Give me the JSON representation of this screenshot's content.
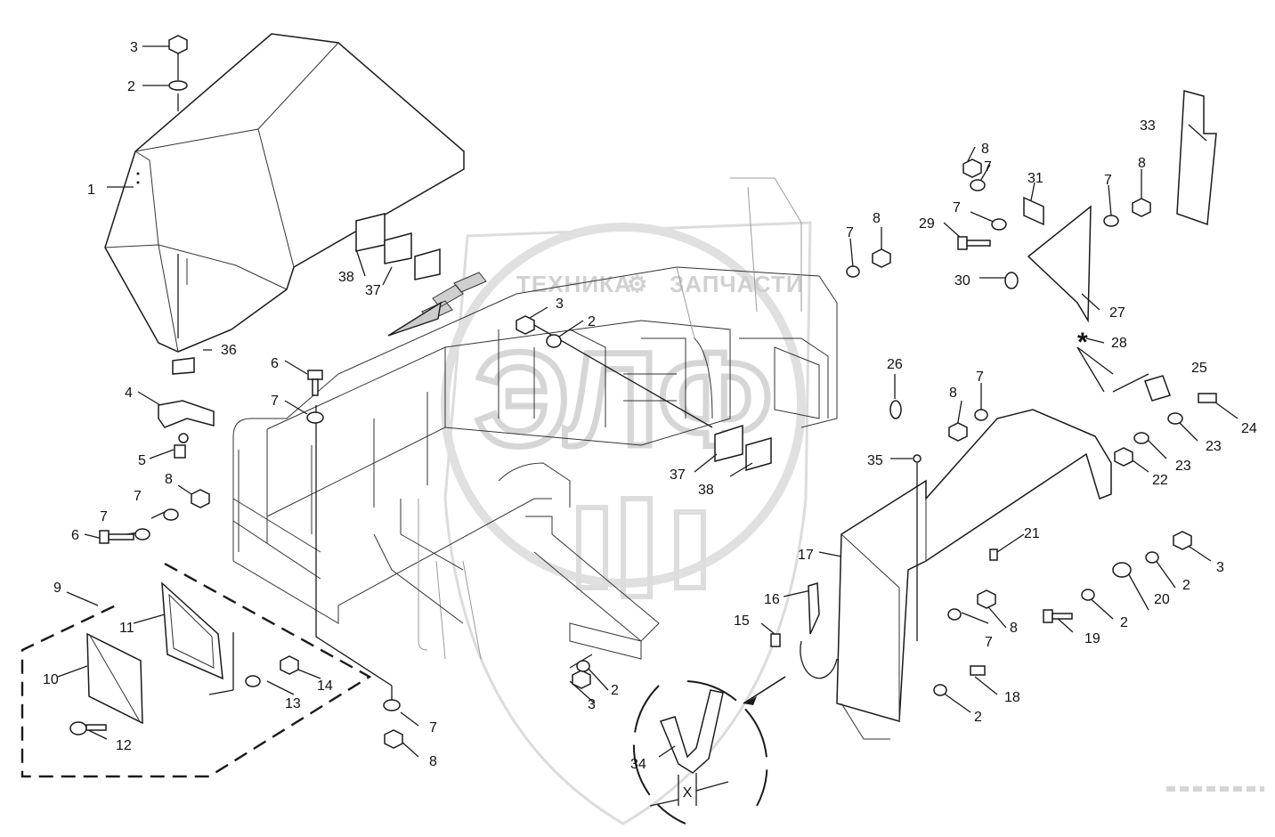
{
  "watermark": {
    "left_text": "ТЕХНИКА",
    "right_text": "ЗАПЧАСТИ",
    "emblem_letters": "ЭЛФ",
    "color": "#d0d0d0"
  },
  "detail_view": {
    "label": "X"
  },
  "star_marker": "*",
  "callouts": {
    "c1": "1",
    "c2": "2",
    "c3": "3",
    "c4": "4",
    "c5": "5",
    "c6": "6",
    "c7": "7",
    "c8": "8",
    "c9": "9",
    "c10": "10",
    "c11": "11",
    "c12": "12",
    "c13": "13",
    "c14": "14",
    "c15": "15",
    "c16": "16",
    "c17": "17",
    "c18": "18",
    "c19": "19",
    "c20": "20",
    "c21": "21",
    "c22": "22",
    "c23": "23",
    "c24": "24",
    "c25": "25",
    "c26": "26",
    "c27": "27",
    "c28": "28",
    "c29": "29",
    "c30": "30",
    "c31": "31",
    "c33": "33",
    "c34": "34",
    "c35": "35",
    "c36": "36",
    "c37": "37",
    "c38": "38"
  },
  "line_color": "#1a1a1a"
}
